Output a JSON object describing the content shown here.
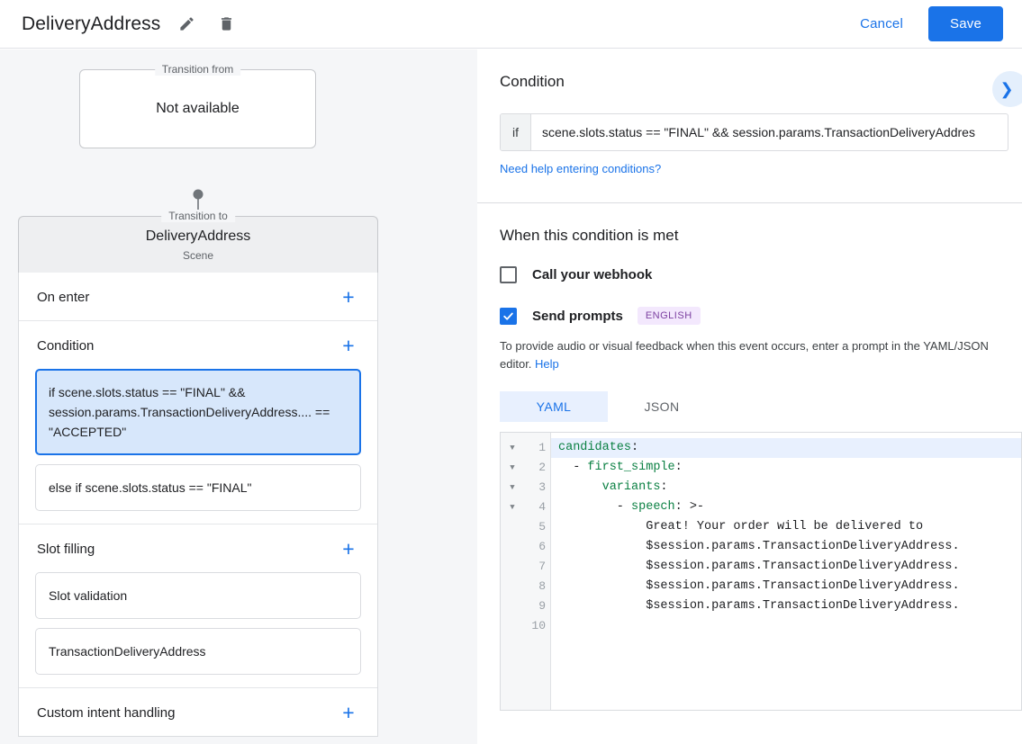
{
  "topbar": {
    "title": "DeliveryAddress",
    "edit_icon": "pencil-icon",
    "delete_icon": "trash-icon",
    "cancel_label": "Cancel",
    "save_label": "Save",
    "accent_color": "#1a73e8"
  },
  "flow": {
    "from_legend": "Transition from",
    "from_value": "Not available",
    "to_legend": "Transition to",
    "to_name": "DeliveryAddress",
    "to_sub": "Scene"
  },
  "left_sections": [
    {
      "title": "On enter",
      "add_label": "+",
      "items": []
    },
    {
      "title": "Condition",
      "add_label": "+",
      "items": [
        {
          "text": "if scene.slots.status == \"FINAL\" && session.params.TransactionDeliveryAddress.... == \"ACCEPTED\"",
          "selected": true
        },
        {
          "text": "else if scene.slots.status == \"FINAL\"",
          "selected": false
        }
      ]
    },
    {
      "title": "Slot filling",
      "add_label": "+",
      "items": [
        {
          "text": "Slot validation",
          "selected": false
        },
        {
          "text": "TransactionDeliveryAddress",
          "selected": false
        }
      ]
    },
    {
      "title": "Custom intent handling",
      "add_label": "+",
      "items": []
    }
  ],
  "condition_panel": {
    "heading": "Condition",
    "expand_icon": "chevron-right-icon",
    "if_label": "if",
    "expression": "scene.slots.status == \"FINAL\" && session.params.TransactionDeliveryAddres",
    "help_link": "Need help entering conditions?"
  },
  "met_panel": {
    "heading": "When this condition is met",
    "webhook": {
      "label": "Call your webhook",
      "checked": false
    },
    "prompts": {
      "label": "Send prompts",
      "checked": true,
      "badge": "ENGLISH",
      "badge_bg": "#f3e8fd",
      "badge_fg": "#7b3fa0"
    },
    "note_text": "To provide audio or visual feedback when this event occurs, enter a prompt in the YAML/JSON editor. ",
    "note_link": "Help",
    "tabs": [
      {
        "label": "YAML",
        "active": true
      },
      {
        "label": "JSON",
        "active": false
      }
    ]
  },
  "editor": {
    "lines": [
      {
        "num": "1",
        "foldable": true,
        "highlight": true,
        "segments": [
          {
            "t": "candidates",
            "c": "k"
          },
          {
            "t": ":",
            "c": "p"
          }
        ]
      },
      {
        "num": "2",
        "foldable": true,
        "highlight": false,
        "segments": [
          {
            "t": "  - ",
            "c": "p"
          },
          {
            "t": "first_simple",
            "c": "k"
          },
          {
            "t": ":",
            "c": "p"
          }
        ]
      },
      {
        "num": "3",
        "foldable": true,
        "highlight": false,
        "segments": [
          {
            "t": "      ",
            "c": "p"
          },
          {
            "t": "variants",
            "c": "k"
          },
          {
            "t": ":",
            "c": "p"
          }
        ]
      },
      {
        "num": "4",
        "foldable": true,
        "highlight": false,
        "segments": [
          {
            "t": "        - ",
            "c": "p"
          },
          {
            "t": "speech",
            "c": "k"
          },
          {
            "t": ": >-",
            "c": "p"
          }
        ]
      },
      {
        "num": "5",
        "foldable": false,
        "highlight": false,
        "segments": [
          {
            "t": "            Great! Your order will be delivered to",
            "c": "p"
          }
        ]
      },
      {
        "num": "6",
        "foldable": false,
        "highlight": false,
        "segments": [
          {
            "t": "            $session.params.TransactionDeliveryAddress.",
            "c": "p"
          }
        ]
      },
      {
        "num": "7",
        "foldable": false,
        "highlight": false,
        "segments": [
          {
            "t": "            $session.params.TransactionDeliveryAddress.",
            "c": "p"
          }
        ]
      },
      {
        "num": "8",
        "foldable": false,
        "highlight": false,
        "segments": [
          {
            "t": "            $session.params.TransactionDeliveryAddress.",
            "c": "p"
          }
        ]
      },
      {
        "num": "9",
        "foldable": false,
        "highlight": false,
        "segments": [
          {
            "t": "            $session.params.TransactionDeliveryAddress.",
            "c": "p"
          }
        ]
      },
      {
        "num": "10",
        "foldable": false,
        "highlight": false,
        "segments": [
          {
            "t": "",
            "c": "p"
          }
        ]
      }
    ]
  }
}
